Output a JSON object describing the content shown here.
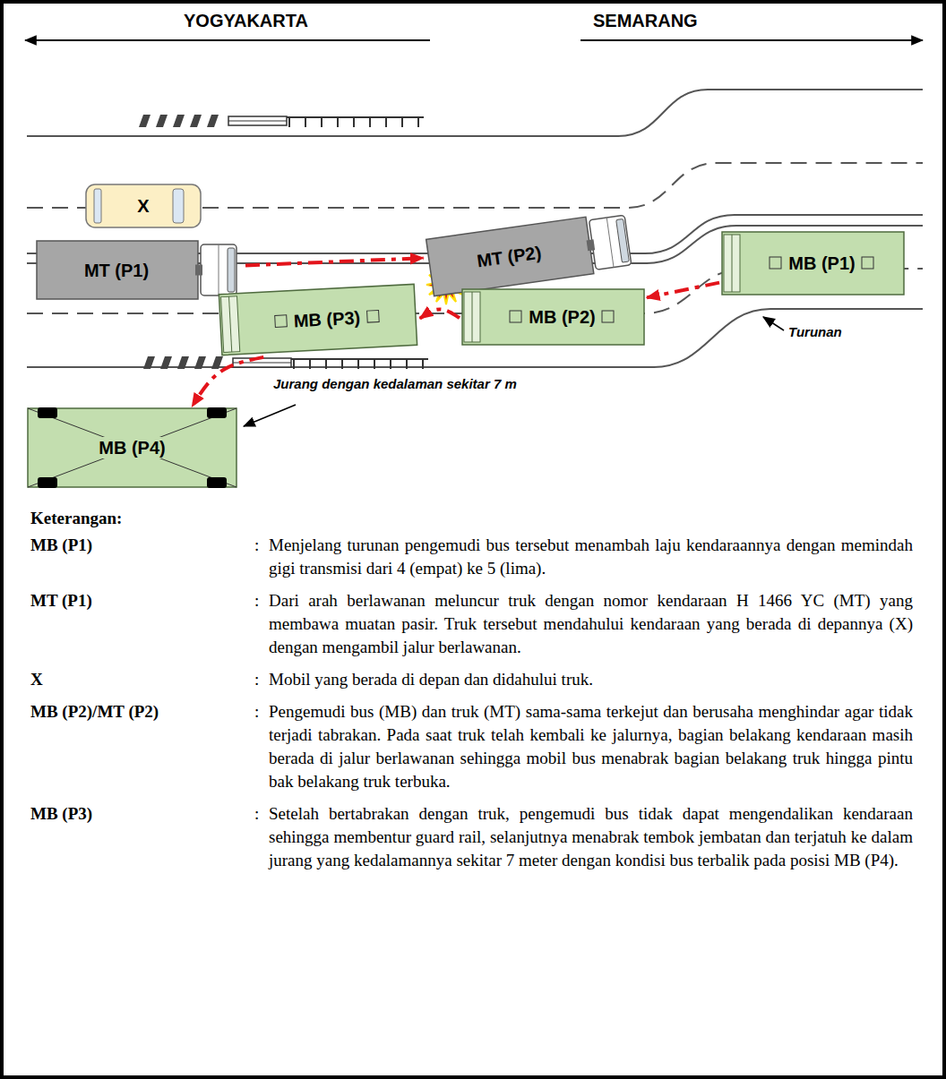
{
  "diagram": {
    "nodes": [
      {
        "text": [
          "X"
        ]
      },
      {
        "text": [
          "MT (P1)"
        ]
      },
      {
        "text": [
          "MT (P2)"
        ]
      },
      {
        "text": [
          "MB (P1)"
        ]
      },
      {
        "text": [
          "MB (P2)"
        ]
      },
      {
        "text": [
          "MB (P3)"
        ]
      },
      {
        "text": [
          "MB (P4)"
        ]
      }
    ],
    "edges": [
      {
        "from": 1,
        "to": 2,
        "arrow": "to"
      },
      {
        "from": 3,
        "to": 4,
        "arrow": "to"
      },
      {
        "from": 4,
        "to": 5,
        "arrow": "to"
      },
      {
        "from": 5,
        "to": 6,
        "arrow": "to"
      }
    ],
    "labels": [
      "YOGYAKARTA",
      "SEMARANG",
      "Turunan",
      "Jurang dengan kedalaman sekitar 7 m",
      "Keterangan:",
      "MB (P1)",
      ":",
      "Menjelang turunan pengemudi bus tersebut menambah laju kendaraannya dengan memindah gigi transmisi dari 4 (empat) ke 5 (lima).",
      "MT (P1)",
      ":",
      "Dari arah berlawanan meluncur truk dengan nomor kendaraan H 1466 YC (MT) yang membawa muatan pasir. Truk tersebut mendahului kendaraan yang berada di depannya (X) dengan mengambil jalur berlawanan.",
      "X",
      ":",
      "Mobil yang berada di depan dan didahului truk.",
      "MB (P2)/MT (P2)",
      ":",
      "Pengemudi bus (MB) dan truk (MT) sama-sama terkejut dan berusaha menghindar agar tidak terjadi tabrakan. Pada saat truk telah kembali ke jalurnya, bagian belakang kendaraan masih berada di jalur berlawanan sehingga mobil bus menabrak bagian belakang truk hingga pintu bak belakang truk terbuka.",
      "MB (P3)",
      ":",
      "Setelah bertabrakan dengan truk, pengemudi bus tidak dapat mengendalikan kendaraan sehingga membentur guard rail, selanjutnya menabrak tembok jembatan dan terjatuh ke dalam jurang yang kedalamannya sekitar 7 meter dengan kondisi bus terbalik pada posisi MB (P4)."
    ]
  }
}
